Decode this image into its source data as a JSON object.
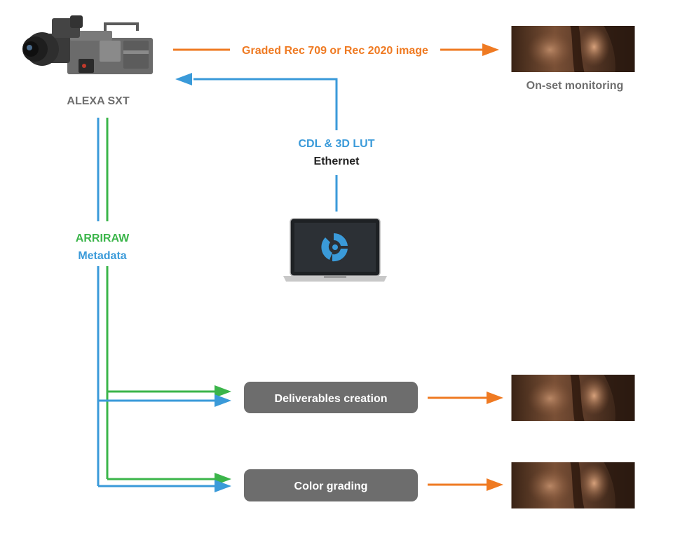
{
  "colors": {
    "orange": "#ef7a22",
    "blue": "#3a9ad9",
    "green": "#3bb54a",
    "gray_text": "#6e6e6e",
    "box_fill": "#6d6d6d",
    "box_text": "#ffffff",
    "dark_text": "#222222"
  },
  "icons": {
    "camera": "camera-icon",
    "laptop": "laptop-icon",
    "app_logo": "app-logo-icon",
    "monitor_image": "monitor-image-icon"
  },
  "nodes": {
    "camera": {
      "label": "ALEXA SXT"
    },
    "monitor": {
      "label": "On-set monitoring"
    },
    "deliverables": {
      "label": "Deliverables creation"
    },
    "grading": {
      "label": "Color grading"
    }
  },
  "edges": {
    "camera_to_monitor": {
      "label": "Graded Rec 709 or Rec 2020 image"
    },
    "laptop_to_camera": {
      "label_line1": "CDL & 3D LUT",
      "label_line2": "Ethernet"
    },
    "camera_to_processing": {
      "label_line1": "ARRIRAW",
      "label_line2": "Metadata"
    }
  }
}
